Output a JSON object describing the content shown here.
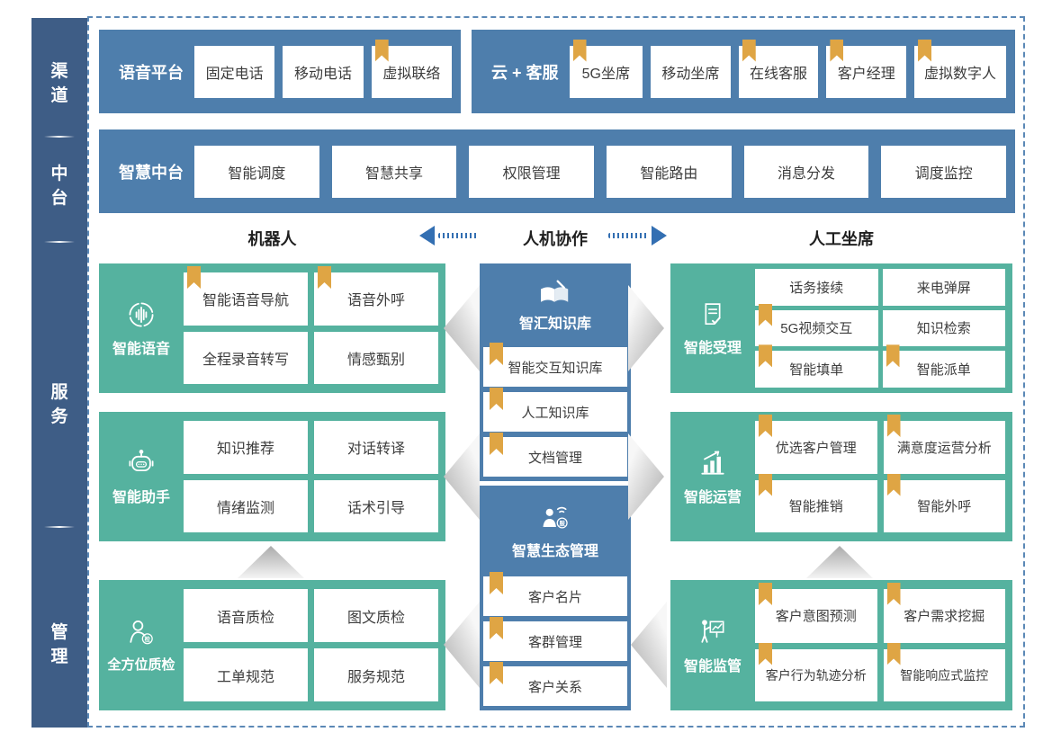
{
  "colors": {
    "container_blue": "#4e7eac",
    "sidebar_blue": "#3e5d86",
    "teal_green": "#55b29f",
    "bookmark_gold": "#dfa544",
    "arrow_blue": "#336fb2"
  },
  "sidebar": {
    "items": [
      {
        "label": "渠道"
      },
      {
        "label": "中台"
      },
      {
        "label": "服务"
      },
      {
        "label": "管理"
      }
    ]
  },
  "channel_row": {
    "voice_platform": {
      "label": "语音平台",
      "boxes": [
        {
          "label": "固定电话",
          "bookmark": false
        },
        {
          "label": "移动电话",
          "bookmark": false
        },
        {
          "label": "虚拟联络",
          "bookmark": true
        }
      ]
    },
    "cloud_service": {
      "label": "云 + 客服",
      "boxes": [
        {
          "label": "5G坐席",
          "bookmark": true
        },
        {
          "label": "移动坐席",
          "bookmark": false
        },
        {
          "label": "在线客服",
          "bookmark": true
        },
        {
          "label": "客户经理",
          "bookmark": true
        },
        {
          "label": "虚拟数字人",
          "bookmark": true
        }
      ]
    }
  },
  "platform_row": {
    "label": "智慧中台",
    "boxes": [
      {
        "label": "智能调度",
        "bookmark": false
      },
      {
        "label": "智慧共享",
        "bookmark": false
      },
      {
        "label": "权限管理",
        "bookmark": false
      },
      {
        "label": "智能路由",
        "bookmark": false
      },
      {
        "label": "消息分发",
        "bookmark": false
      },
      {
        "label": "调度监控",
        "bookmark": false
      }
    ]
  },
  "collab_header": {
    "left": "机器人",
    "center": "人机协作",
    "right": "人工坐席"
  },
  "left_column": [
    {
      "title": "智能语音",
      "icon": "voice-wave-icon",
      "boxes": [
        {
          "label": "智能语音导航",
          "bookmark": true
        },
        {
          "label": "语音外呼",
          "bookmark": true
        },
        {
          "label": "全程录音转写",
          "bookmark": false
        },
        {
          "label": "情感甄别",
          "bookmark": false
        }
      ]
    },
    {
      "title": "智能助手",
      "icon": "robot-icon",
      "boxes": [
        {
          "label": "知识推荐",
          "bookmark": false
        },
        {
          "label": "对话转译",
          "bookmark": false
        },
        {
          "label": "情绪监测",
          "bookmark": false
        },
        {
          "label": "话术引导",
          "bookmark": false
        }
      ]
    },
    {
      "title": "全方位质检",
      "icon": "inspector-icon",
      "boxes": [
        {
          "label": "语音质检",
          "bookmark": false
        },
        {
          "label": "图文质检",
          "bookmark": false
        },
        {
          "label": "工单规范",
          "bookmark": false
        },
        {
          "label": "服务规范",
          "bookmark": false
        }
      ]
    }
  ],
  "middle_column": [
    {
      "title": "智汇知识库",
      "icon": "knowledge-book-icon",
      "boxes": [
        {
          "label": "智能交互知识库",
          "bookmark": true
        },
        {
          "label": "人工知识库",
          "bookmark": true
        },
        {
          "label": "文档管理",
          "bookmark": true
        }
      ]
    },
    {
      "title": "智慧生态管理",
      "icon": "ecosystem-person-icon",
      "boxes": [
        {
          "label": "客户名片",
          "bookmark": true
        },
        {
          "label": "客群管理",
          "bookmark": true
        },
        {
          "label": "客户关系",
          "bookmark": true
        }
      ]
    }
  ],
  "right_column": [
    {
      "title": "智能受理",
      "icon": "document-check-icon",
      "boxes": [
        {
          "label": "话务接续",
          "bookmark": false
        },
        {
          "label": "来电弹屏",
          "bookmark": false
        },
        {
          "label": "5G视频交互",
          "bookmark": true
        },
        {
          "label": "知识检索",
          "bookmark": false
        },
        {
          "label": "智能填单",
          "bookmark": true
        },
        {
          "label": "智能派单",
          "bookmark": true
        }
      ]
    },
    {
      "title": "智能运营",
      "icon": "chart-growth-icon",
      "boxes": [
        {
          "label": "优选客户管理",
          "bookmark": true
        },
        {
          "label": "满意度运营分析",
          "bookmark": true
        },
        {
          "label": "智能推销",
          "bookmark": true
        },
        {
          "label": "智能外呼",
          "bookmark": true
        }
      ]
    },
    {
      "title": "智能监管",
      "icon": "presenter-chart-icon",
      "boxes": [
        {
          "label": "客户意图预测",
          "bookmark": true
        },
        {
          "label": "客户需求挖掘",
          "bookmark": true
        },
        {
          "label": "客户行为轨迹分析",
          "bookmark": true
        },
        {
          "label": "智能响应式监控",
          "bookmark": true
        }
      ]
    }
  ]
}
